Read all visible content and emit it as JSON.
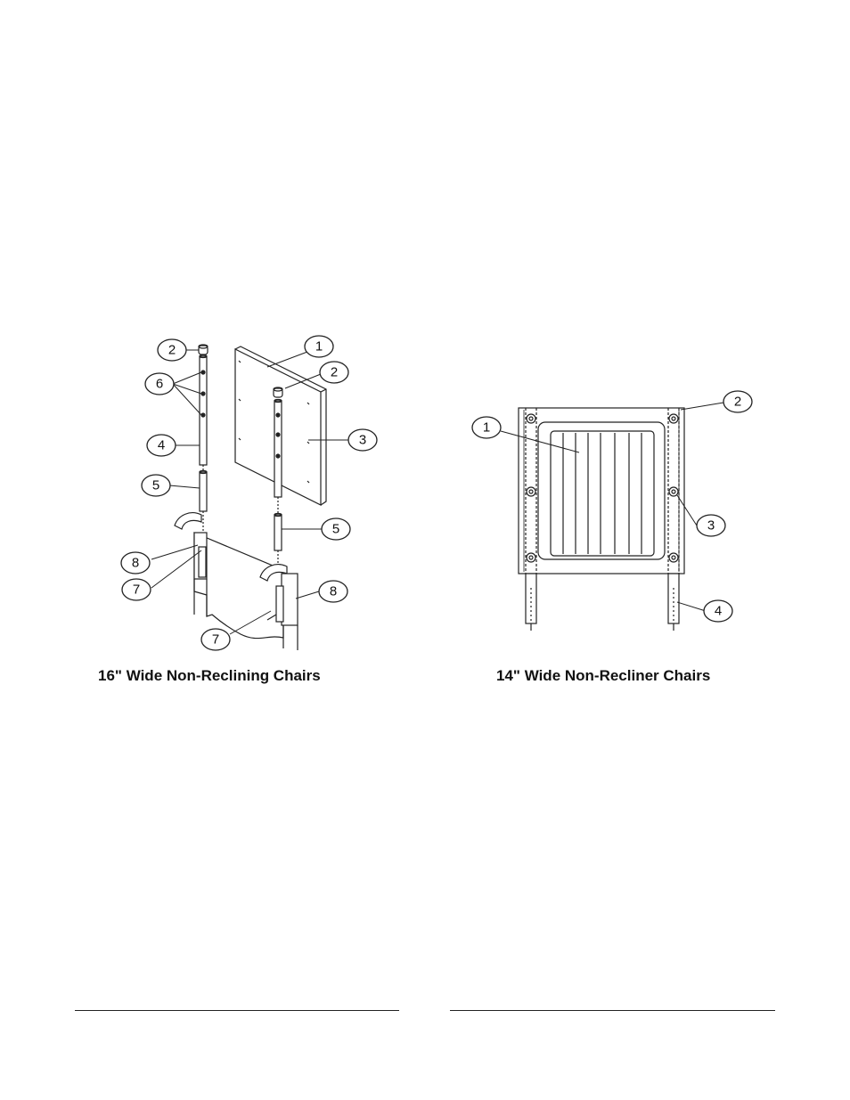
{
  "figures": [
    {
      "caption": "16\" Wide Non-Reclining Chairs",
      "callouts": [
        "1",
        "2",
        "2",
        "3",
        "4",
        "5",
        "5",
        "6",
        "7",
        "7",
        "8",
        "8"
      ]
    },
    {
      "caption": "14\" Wide Non-Recliner Chairs",
      "callouts": [
        "1",
        "2",
        "3",
        "4"
      ]
    }
  ],
  "colors": {
    "line": "#222222",
    "background": "#ffffff"
  }
}
